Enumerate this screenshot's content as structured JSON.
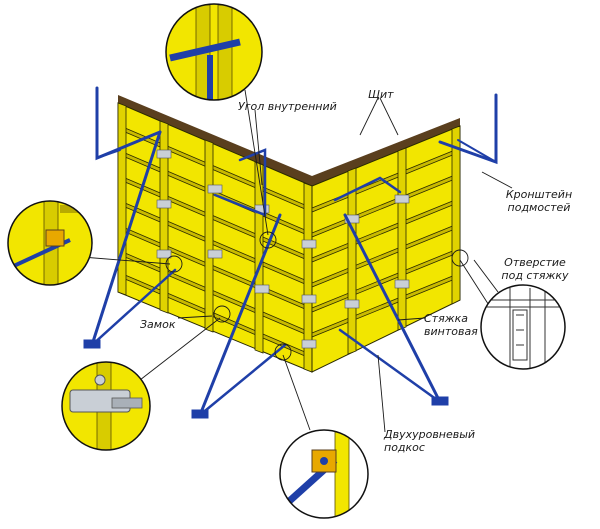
{
  "labels": {
    "inner_corner": "Угол внутренний",
    "panel": "Щит",
    "bracket_line1": "Кронштейн",
    "bracket_line2": "подмостей",
    "tie_hole_line1": "Отверстие",
    "tie_hole_line2": "под стяжку",
    "tie_line1": "Стяжка",
    "tie_line2": "винтовая",
    "lock": "Замок",
    "brace_line1": "Двухуровневый",
    "brace_line2": "подкос"
  },
  "colors": {
    "panel_face": "#f2e600",
    "panel_shadow": "#b8aa00",
    "plywood": "#5a3f1e",
    "steel_blue": "#1f3fa8",
    "clamp_silver": "#c9cfd6",
    "outline": "#2a2a00"
  },
  "icons": [
    "tie-rod-detail-icon",
    "corner-pipe-detail-icon",
    "lock-clamp-detail-icon",
    "brace-hinge-detail-icon",
    "tie-hole-detail-icon"
  ]
}
